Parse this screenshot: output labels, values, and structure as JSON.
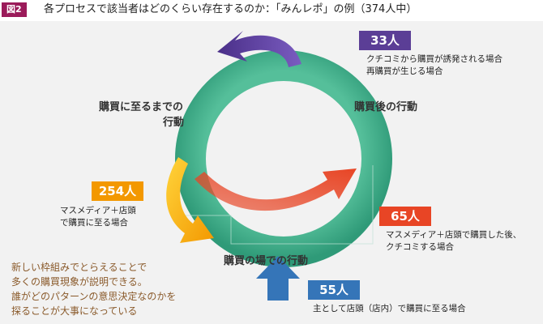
{
  "header": {
    "figure_tag": "図2",
    "title": "各プロセスで該当者はどのくらい存在するのか：「みんレポ」の例（374人中）"
  },
  "stages": {
    "before_purchase_line1": "購買に至るまでの",
    "before_purchase_line2": "行動",
    "at_purchase": "購買の場での行動",
    "after_purchase": "購買後の行動"
  },
  "paths": [
    {
      "count": "33人",
      "color": "#5b3e96",
      "desc_line1": "クチコミから購買が誘発される場合",
      "desc_line2": "再購買が生じる場合"
    },
    {
      "count": "254人",
      "color": "#f39800",
      "desc_line1": "マスメディア＋店頭",
      "desc_line2": "で購買に至る場合"
    },
    {
      "count": "65人",
      "color": "#e84525",
      "desc_line1": "マスメディア＋店頭で購買した後、",
      "desc_line2": "クチコミする場合"
    },
    {
      "count": "55人",
      "color": "#3575b8",
      "desc_line1": "主として店頭（店内）で購買に至る場合"
    }
  ],
  "note": {
    "line1": "新しい枠組みでとらえることで",
    "line2": "多くの購買現象が説明できる。",
    "line3": "誰がどのパターンの意思決定なのかを",
    "line4": "探ることが大事になっている"
  },
  "colors": {
    "ring": "#3fae8c",
    "ring_dark": "#2a8f70",
    "tag": "#9b1b5a",
    "panel": "#f2f2f2",
    "note_text": "#8a5a2b"
  }
}
